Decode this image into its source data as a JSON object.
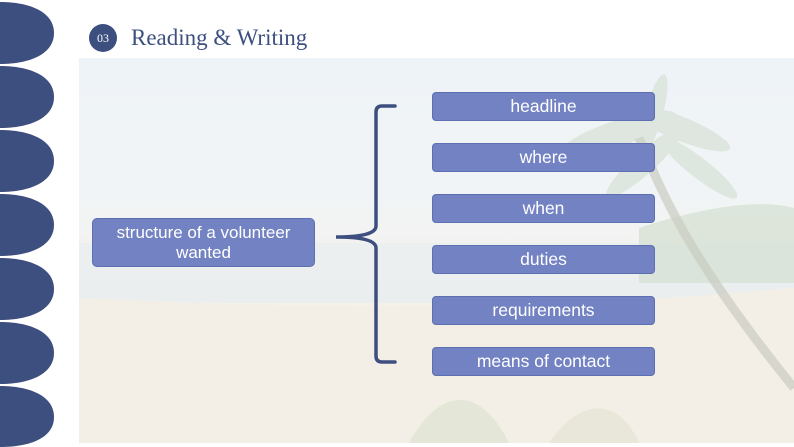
{
  "header": {
    "section_number": "03",
    "section_title": "Reading & Writing"
  },
  "diagram": {
    "root_label": "structure of a volunteer wanted",
    "items": [
      "headline",
      "where",
      "when",
      "duties",
      "requirements",
      "means of contact"
    ]
  },
  "colors": {
    "accent": "#3d4f7f",
    "box_fill": "#7282c3",
    "box_border": "#5e6fb1"
  }
}
